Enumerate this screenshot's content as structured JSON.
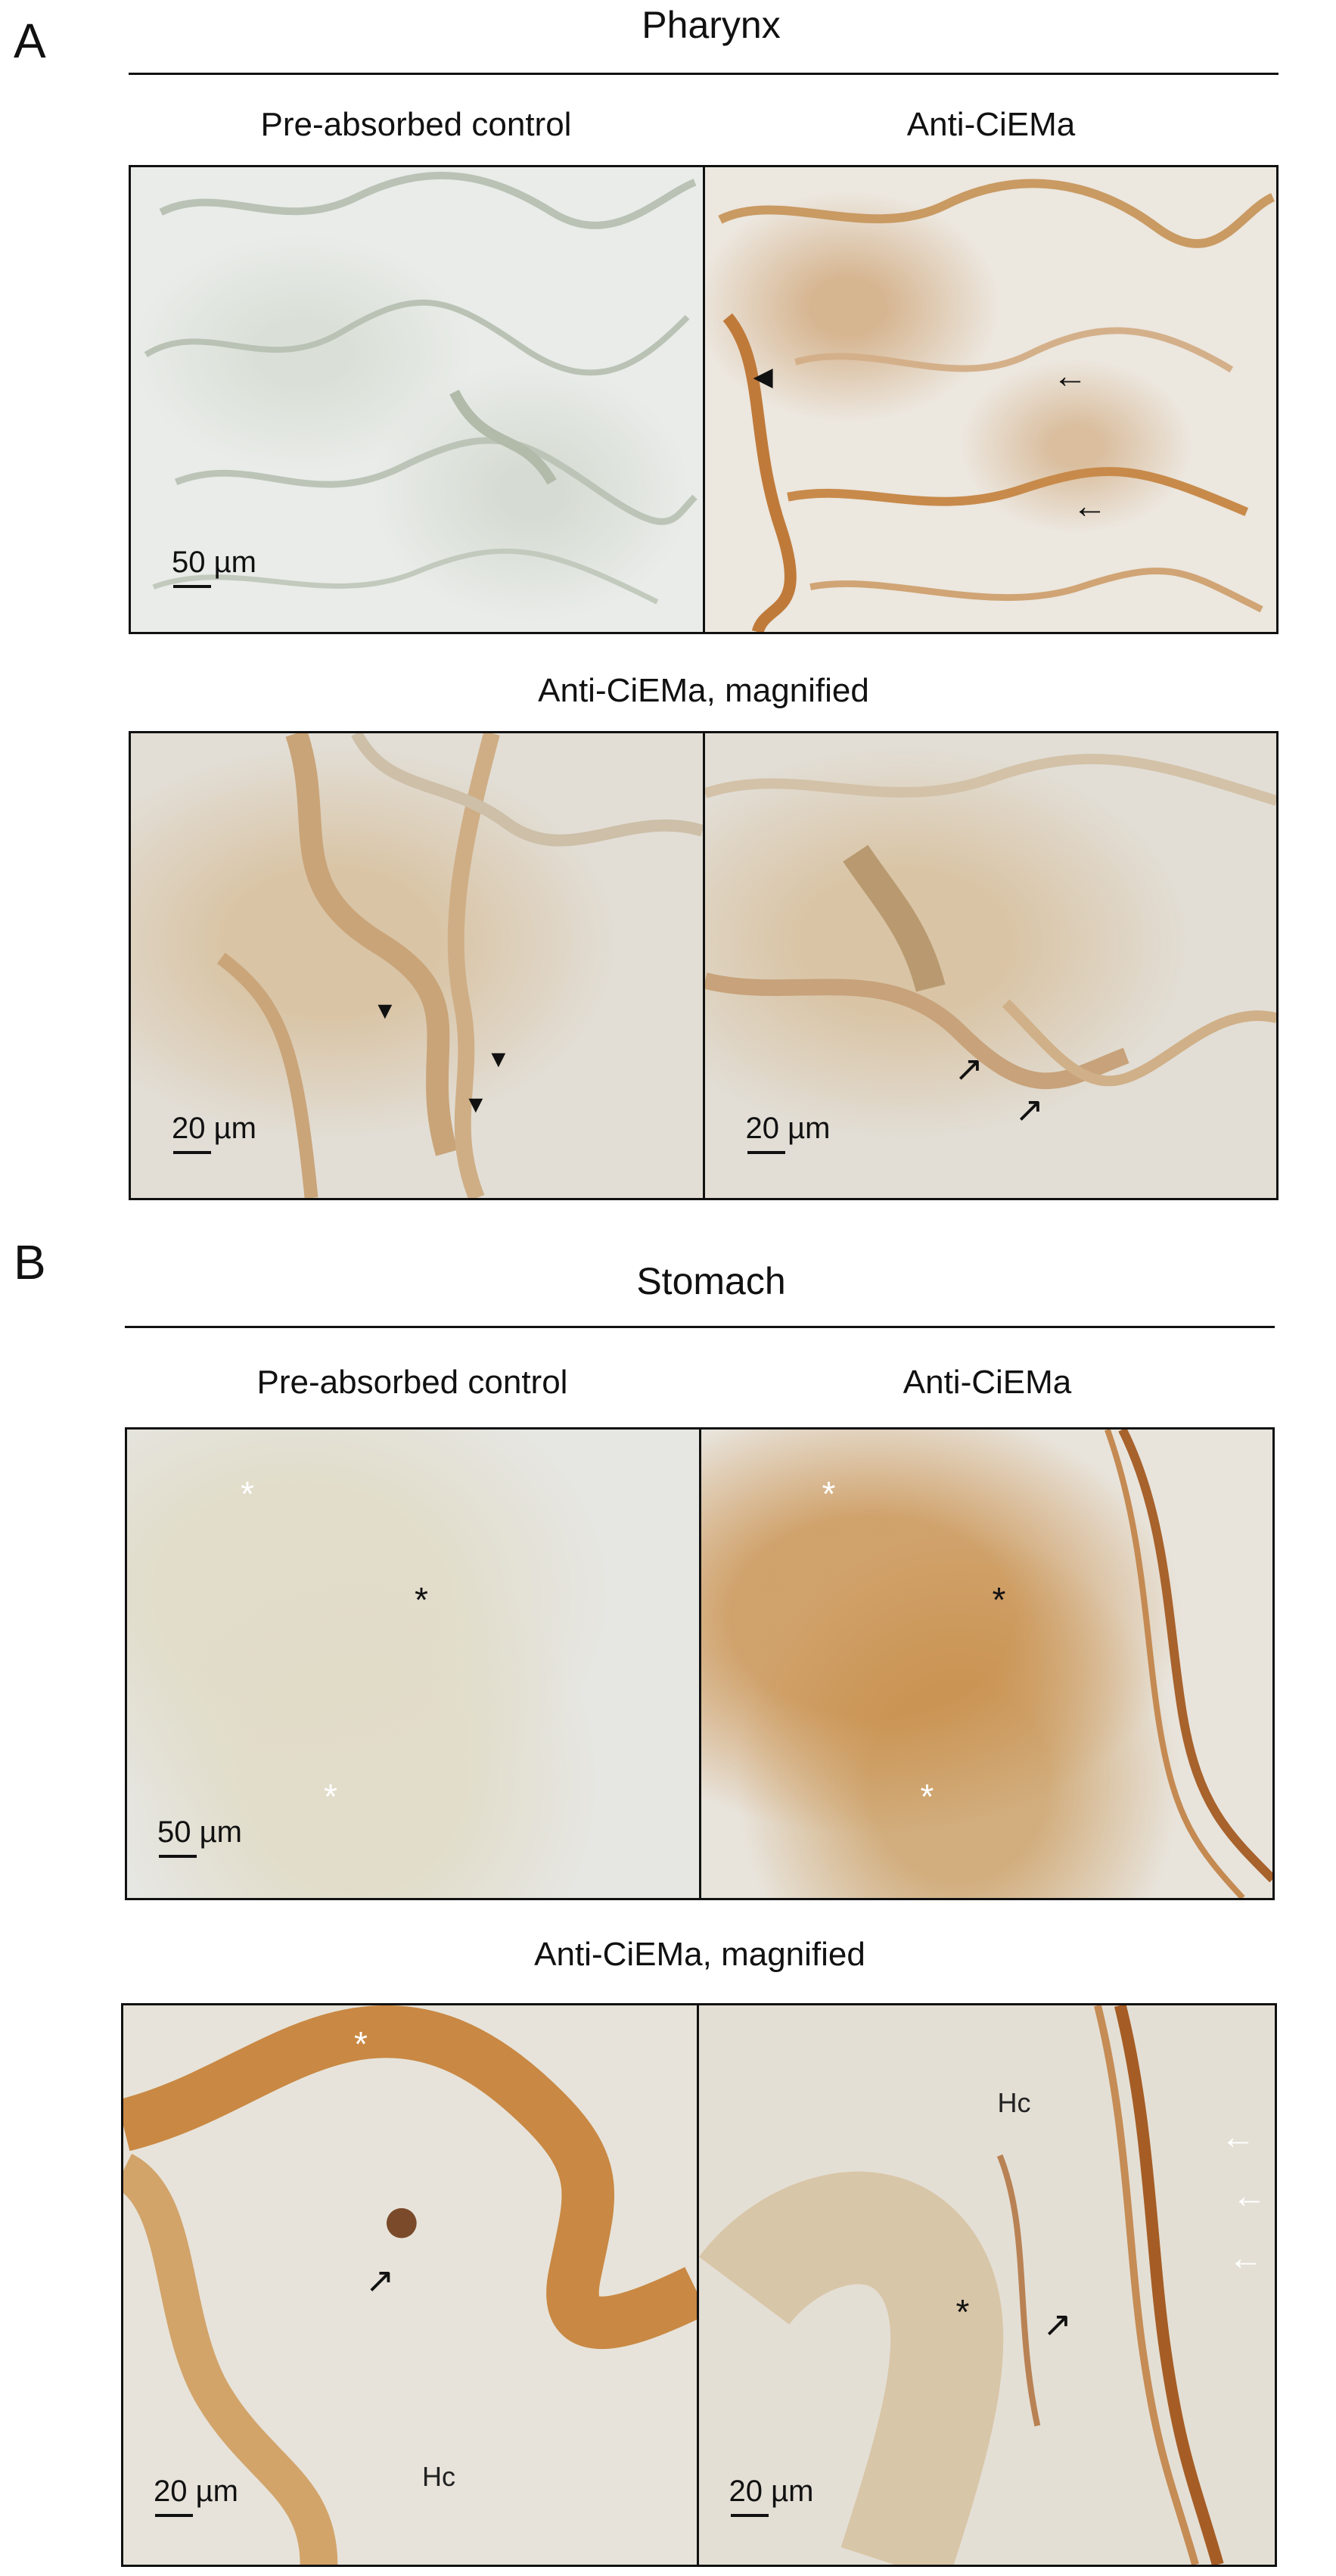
{
  "panel_a": {
    "letter": "A",
    "title": "Pharynx",
    "col_left": "Pre-absorbed control",
    "col_right": "Anti-CiEMa",
    "magnified_label": "Anti-CiEMa, magnified",
    "scale_top": "50 µm",
    "scale_mag_left": "20 µm",
    "scale_mag_right": "20 µm"
  },
  "panel_b": {
    "letter": "B",
    "title": "Stomach",
    "col_left": "Pre-absorbed control",
    "col_right": "Anti-CiEMa",
    "magnified_label": "Anti-CiEMa, magnified",
    "scale_top": "50 µm",
    "scale_mag_left": "20 µm",
    "scale_mag_right": "20 µm",
    "hc_left": "Hc",
    "hc_right": "Hc"
  },
  "markers": {
    "asterisk": "*",
    "arrow_left": "←",
    "arrowhead_left": "◀",
    "arrowhead_down": "▼",
    "arrow_up_right": "↗"
  }
}
